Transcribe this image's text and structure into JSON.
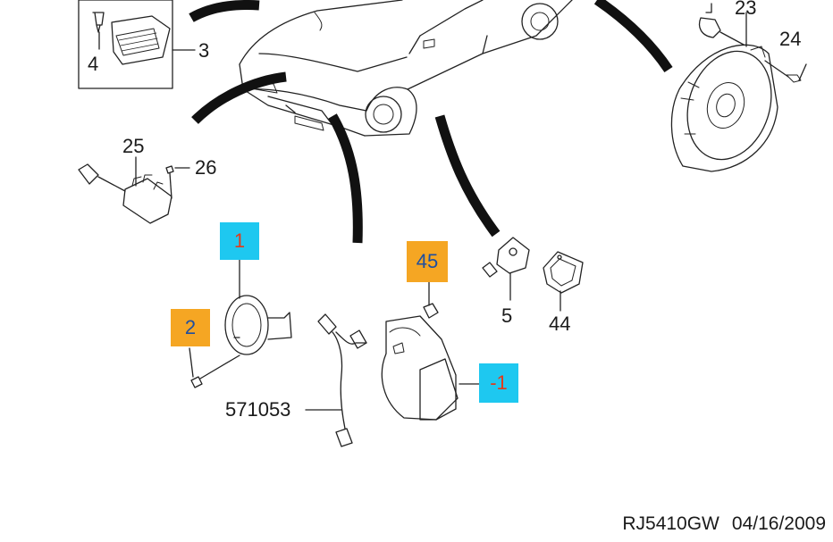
{
  "callouts": {
    "c3": "3",
    "c4": "4",
    "c5": "5",
    "c23": "23",
    "c24": "24",
    "c25": "25",
    "c26": "26",
    "c44": "44",
    "c571053": "571053"
  },
  "tags": {
    "horn_upper": "1",
    "horn_right": "-1",
    "bolt": "2",
    "nut": "45"
  },
  "footer": {
    "drawing_code": "RJ5410GW",
    "date": "04/16/2009"
  },
  "colors": {
    "tag_cyan": "#1ec8f0",
    "tag_orange": "#f5a623",
    "tag_text_red": "#e23a1a",
    "tag_text_blue": "#1e4fa0",
    "line": "#222222"
  }
}
